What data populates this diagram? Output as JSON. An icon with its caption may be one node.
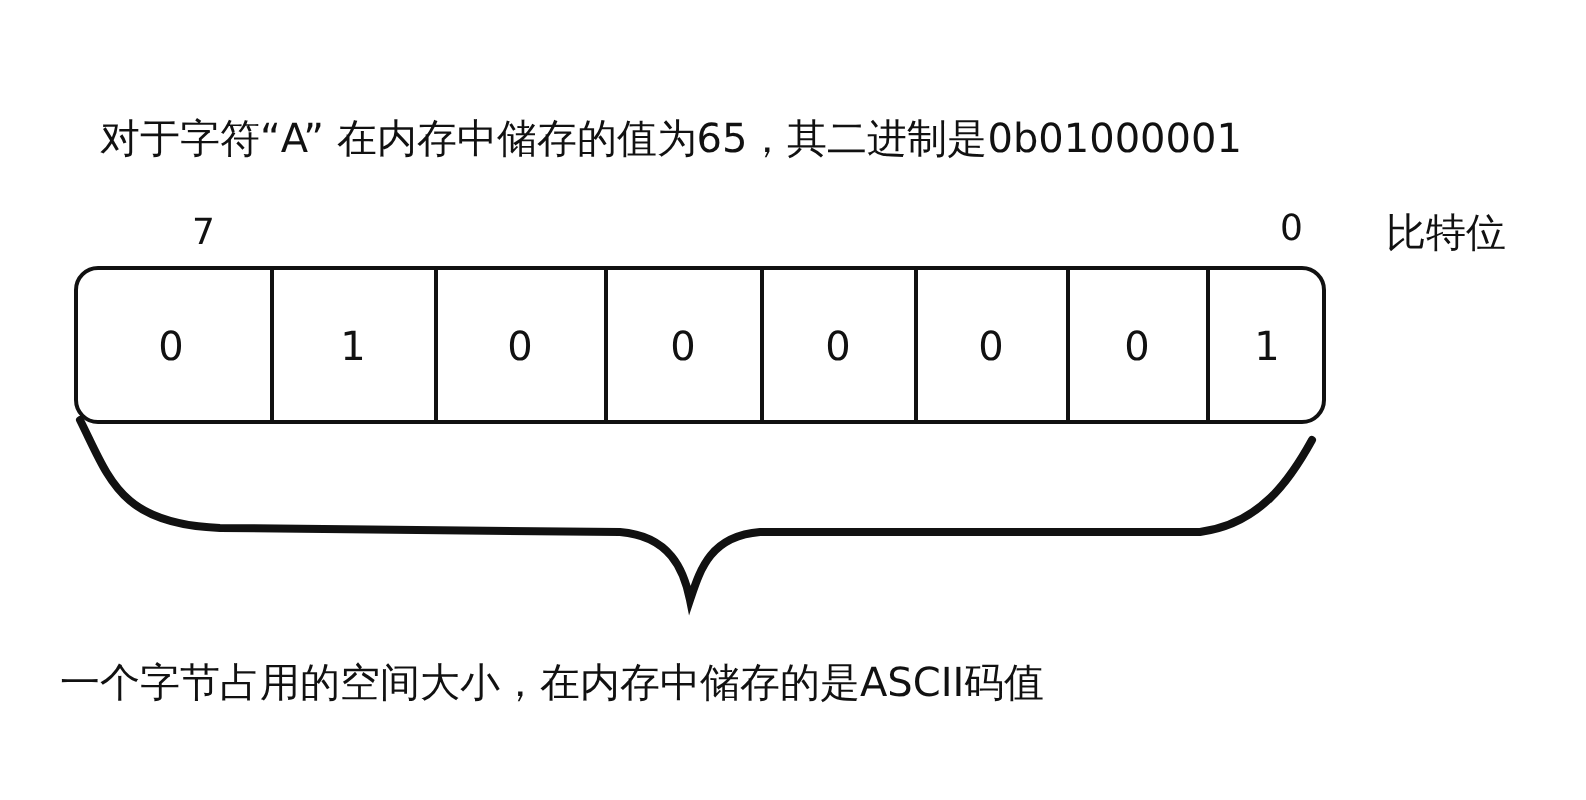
{
  "diagram": {
    "title": "对于字符“A” 在内存中储存的值为65，其二进制是0b01000001",
    "nodes": [
      {
        "text": [],
        "shape": "box"
      },
      {
        "text": [
          "0"
        ],
        "in": 0
      },
      {
        "text": [
          "1"
        ],
        "in": 0
      },
      {
        "text": [
          "0"
        ],
        "in": 0
      },
      {
        "text": [
          "0"
        ],
        "in": 0
      },
      {
        "text": [
          "0"
        ],
        "in": 0
      },
      {
        "text": [
          "0"
        ],
        "in": 0
      },
      {
        "text": [
          "0"
        ],
        "in": 0
      },
      {
        "text": [
          "1"
        ],
        "in": 0
      }
    ],
    "edges": [],
    "labels": [
      "7",
      "0",
      "比特位",
      "一个字节占用的空间大小，在内存中储存的是ASCII码值"
    ]
  }
}
